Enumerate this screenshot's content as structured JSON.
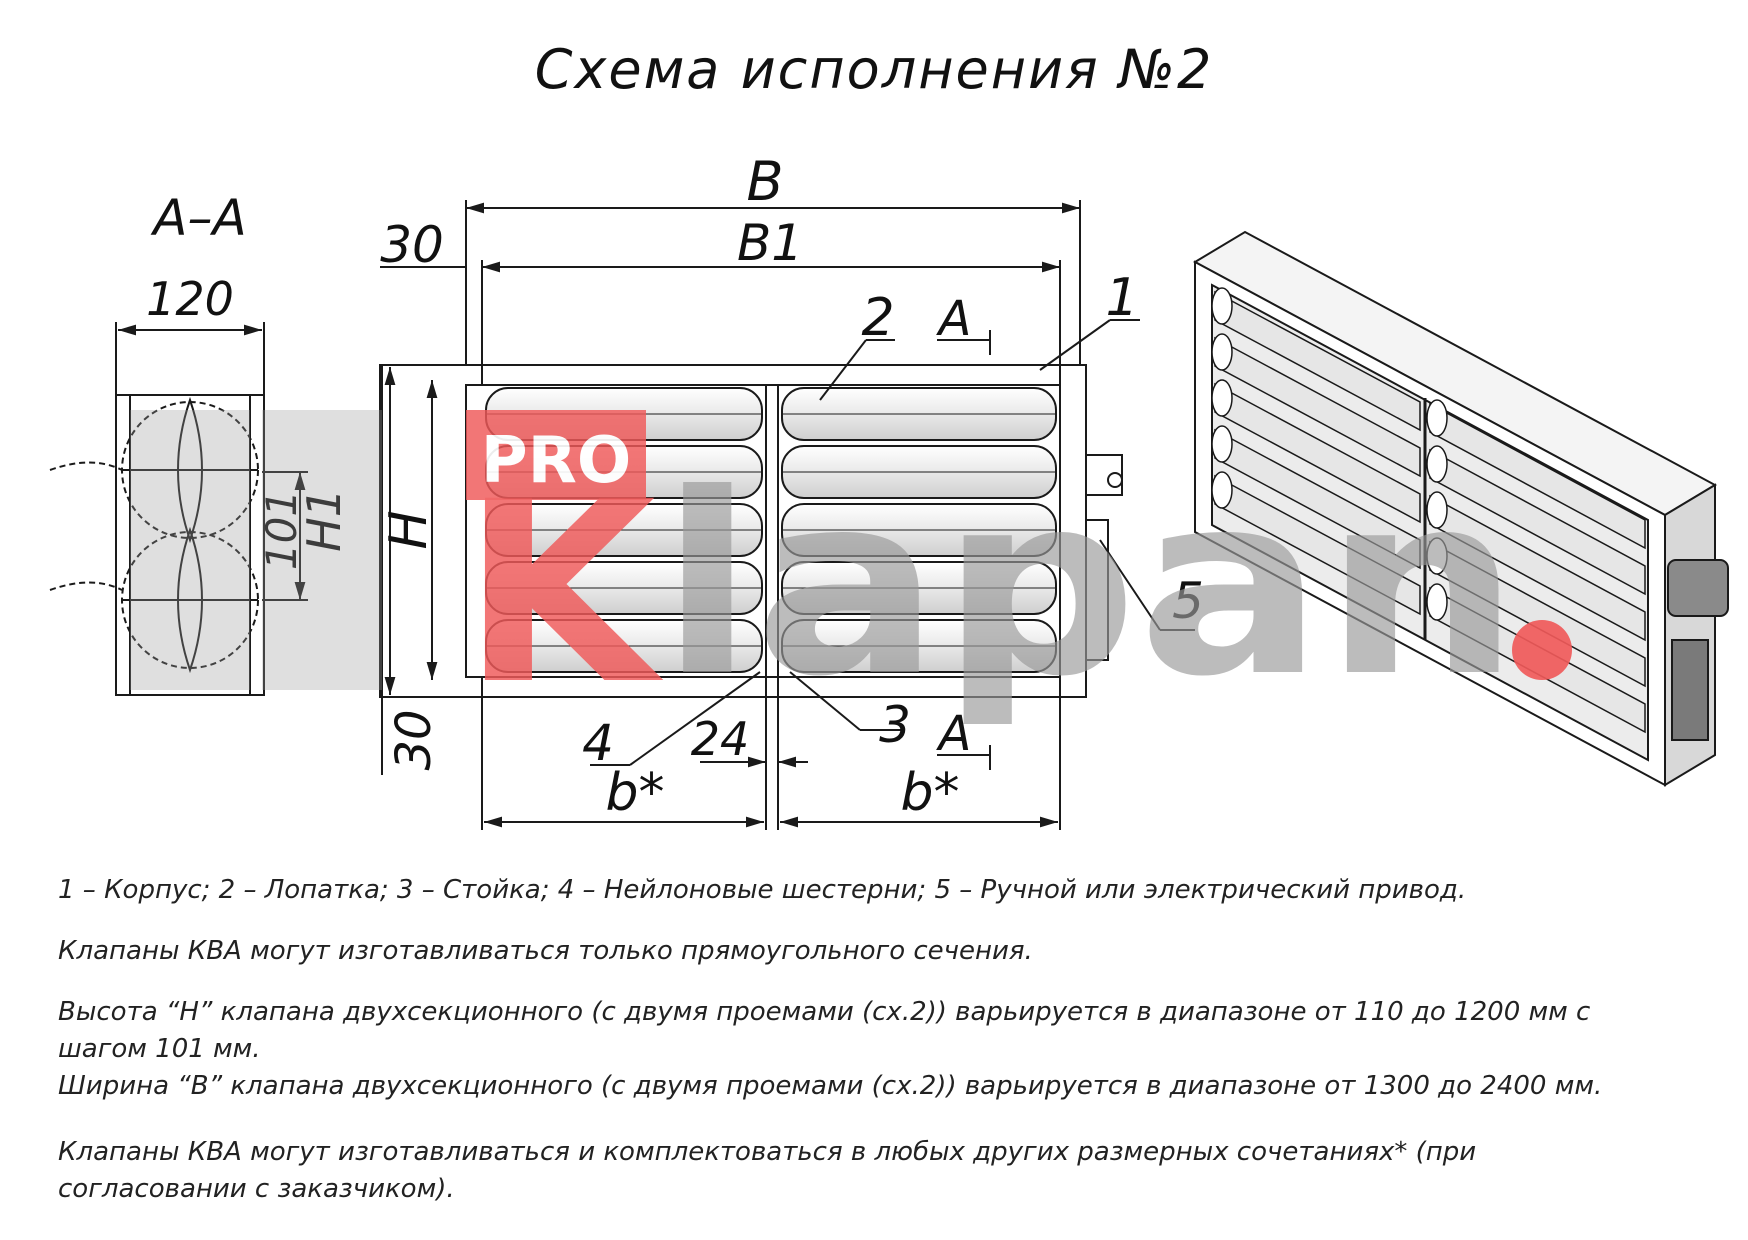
{
  "title": "Схема исполнения №2",
  "section_label": "А–А",
  "labels": {
    "B": "B",
    "B1": "B1",
    "H": "H",
    "H1": "H1",
    "A": "A",
    "b_star": "b*"
  },
  "dimensions": {
    "d30_top": "30",
    "d30_bottom": "30",
    "d120": "120",
    "d101": "101",
    "d24": "24"
  },
  "callouts": {
    "c1": "1",
    "c2": "2",
    "c3": "3",
    "c4": "4",
    "c5": "5"
  },
  "watermark": {
    "pro": "PRO",
    "k": "K",
    "rest": "lapan"
  },
  "notes": {
    "legend": "1 – Корпус; 2 – Лопатка; 3 – Стойка; 4 – Нейлоновые шестерни; 5 – Ручной или электрический привод.",
    "section": "Клапаны КВА могут изготавливаться только прямоугольного сечения.",
    "height_line1": "Высота “H” клапана двухсекционного (с двумя проемами (сх.2)) варьируется в диапазоне от 110 до 1200 мм с",
    "height_line2": "шагом 101 мм.",
    "width": "Ширина “B” клапана двухсекционного (с двумя проемами (сх.2)) варьируется в диапазоне от 1300 до 2400 мм.",
    "other_line1": "Клапаны КВА могут изготавливаться и комплектоваться в любых других размерных сочетаниях* (при",
    "other_line2": "согласовании с заказчиком)."
  },
  "colors": {
    "line": "#1a1a1a",
    "watermark_red": "#f05a5a",
    "watermark_gray": "#9a9a9a"
  }
}
